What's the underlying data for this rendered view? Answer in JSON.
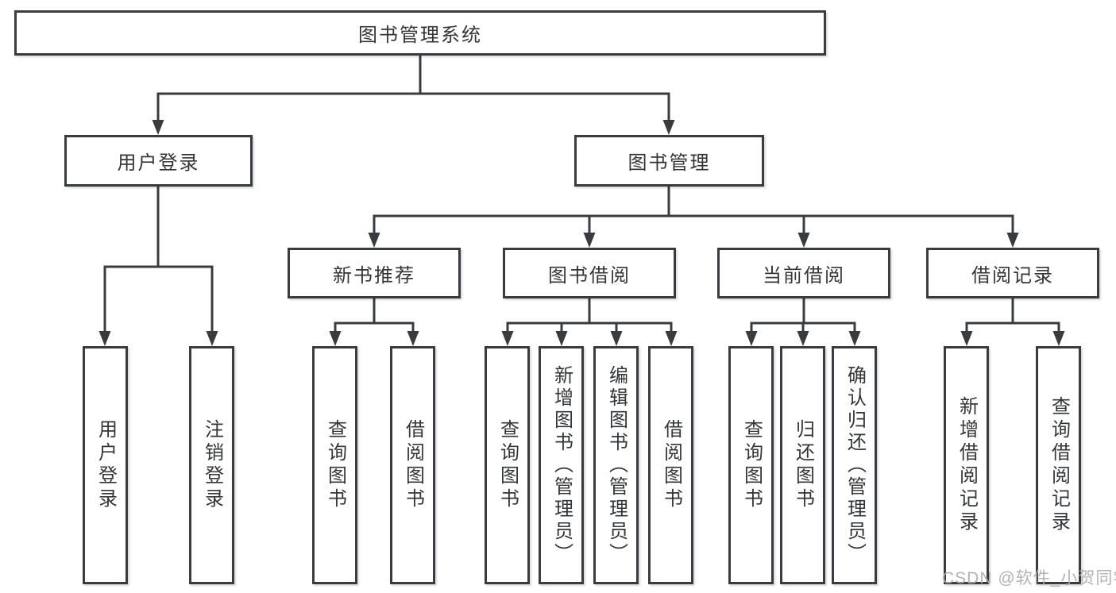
{
  "title": "图书管理系统",
  "watermark": "CSDN @软件_小贺同学",
  "level2": {
    "user_login": "用户登录",
    "book_mgmt": "图书管理"
  },
  "level3": {
    "new_books": "新书推荐",
    "borrow": "图书借阅",
    "current": "当前借阅",
    "records": "借阅记录"
  },
  "leaves": {
    "user_login": "用户登录",
    "logout": "注销登录",
    "nb_query": "查询图书",
    "nb_borrow": "借阅图书",
    "bb_query": "查询图书",
    "bb_add": "新增图书（管理员）",
    "bb_edit": "编辑图书（管理员）",
    "bb_borrow": "借阅图书",
    "cb_query": "查询图书",
    "cb_return": "归还图书",
    "cb_confirm": "确认归还（管理员）",
    "br_add": "新增借阅记录",
    "br_query": "查询借阅记录"
  }
}
